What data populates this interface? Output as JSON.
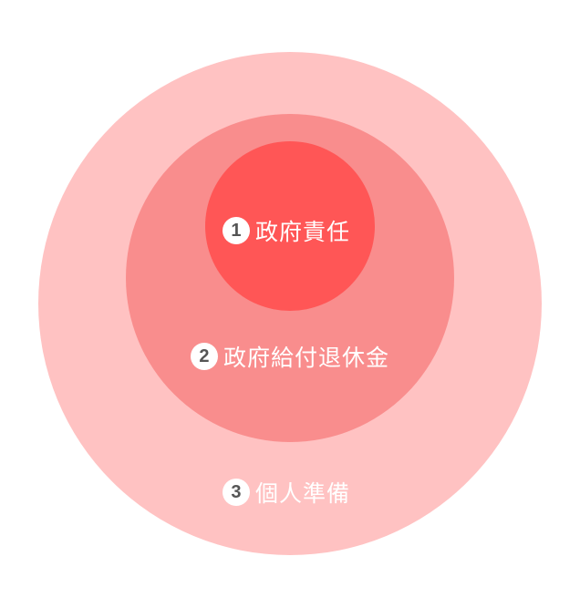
{
  "diagram": {
    "layers": [
      {
        "number": "1",
        "label": "政府責任",
        "color": "#ff5656"
      },
      {
        "number": "2",
        "label": "政府給付退休金",
        "color": "#f98d8d"
      },
      {
        "number": "3",
        "label": "個人準備",
        "color": "#ffc2c2"
      }
    ],
    "text_color": "#ffffff",
    "badge_bg": "#ffffff",
    "badge_text_color": "#555555"
  }
}
